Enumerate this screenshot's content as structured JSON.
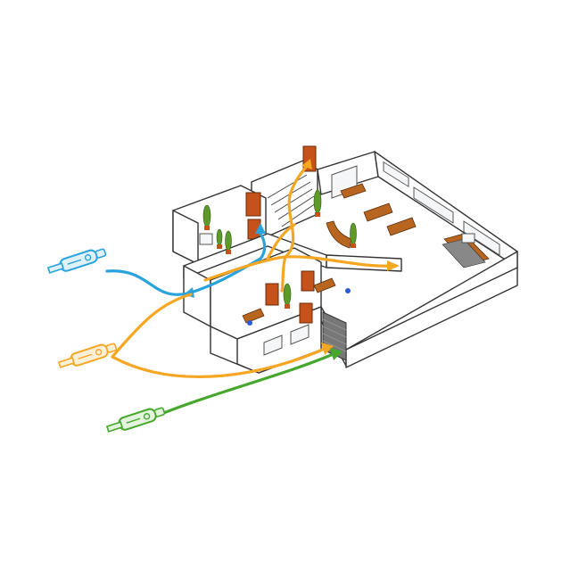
{
  "colors": {
    "blue": "#2aa3dc",
    "orange": "#f5a623",
    "green": "#45a72b",
    "wood": "#b8661f",
    "door": "#c4521a",
    "plant": "#5d9a2a"
  },
  "keys": [
    {
      "icon": "key-card-icon",
      "color": "blue"
    },
    {
      "icon": "key-card-icon",
      "color": "orange"
    },
    {
      "icon": "key-card-icon",
      "color": "green"
    }
  ]
}
